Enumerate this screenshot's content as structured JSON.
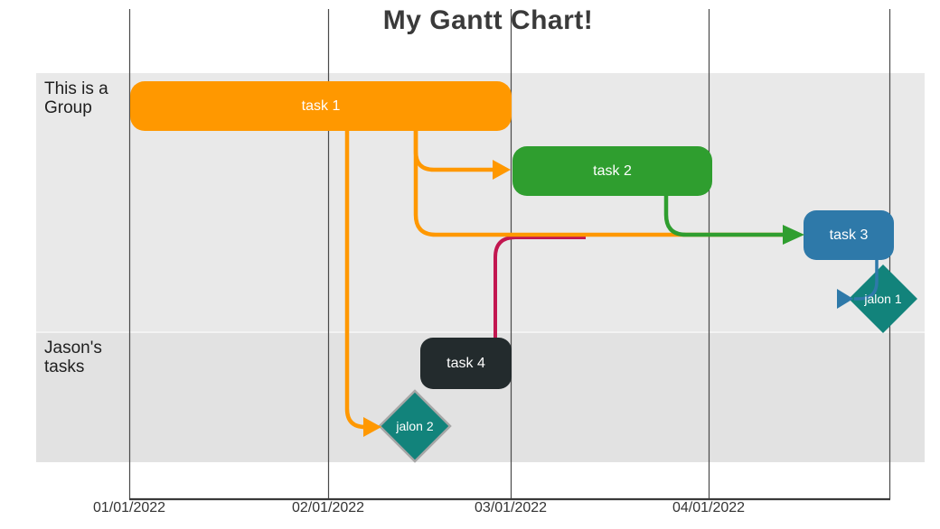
{
  "title": "My Gantt Chart!",
  "colors": {
    "task1_orange": "#FF9800",
    "task2_green": "#2F9E2F",
    "task3_blue": "#2E79A9",
    "task4_dark": "#232B2D",
    "milestone_teal": "#12837B",
    "milestone_border": "#A6A6A6",
    "link_orange": "#FF9800",
    "link_green": "#2F9E2F",
    "link_blue": "#2E79A9",
    "link_crimson": "#C21750",
    "gridline": "#4A4A4A",
    "axis": "#3A3A3A",
    "band_top": "#E9E9E9",
    "band_bottom": "#E2E2E2"
  },
  "chart_data": {
    "type": "bar",
    "subtype": "gantt",
    "title": "My Gantt Chart!",
    "grid": "vertical monthly gridlines, bottom axis line",
    "x_ticks": [
      "01/01/2022",
      "02/01/2022",
      "03/01/2022",
      "04/01/2022"
    ],
    "groups": [
      "This is a Group",
      "Jason's tasks"
    ],
    "tasks": [
      {
        "label": "task 1",
        "group": "This is a Group",
        "start": "01/01/2022",
        "end": "03/01/2022",
        "color": "#FF9800"
      },
      {
        "label": "task 2",
        "group": "This is a Group",
        "start": "03/01/2022",
        "end": "04/01/2022",
        "color": "#2F9E2F"
      },
      {
        "label": "task 3",
        "group": "This is a Group",
        "start": "~04/15/2022",
        "end": "~04/29/2022",
        "color": "#2E79A9"
      },
      {
        "label": "task 4",
        "group": "Jason's tasks",
        "start": "~02/15/2022",
        "end": "03/01/2022",
        "color": "#232B2D"
      }
    ],
    "milestones": [
      {
        "label": "jalon 1",
        "group": "This is a Group",
        "date": "~04/28/2022",
        "color": "#12837B"
      },
      {
        "label": "jalon 2",
        "group": "Jason's tasks",
        "date": "~02/14/2022",
        "color": "#12837B"
      }
    ],
    "dependencies": [
      {
        "from": "task 1",
        "to": "task 2",
        "color": "#FF9800"
      },
      {
        "from": "task 1",
        "to": "jalon 2",
        "color": "#FF9800"
      },
      {
        "from": "task 1",
        "to": "task 3",
        "color": "#FF9800"
      },
      {
        "from": "task 1",
        "to": "task 4",
        "color": "#C21750"
      },
      {
        "from": "task 2",
        "to": "task 3",
        "color": "#2F9E2F"
      },
      {
        "from": "task 3",
        "to": "jalon 1",
        "color": "#2E79A9"
      }
    ]
  }
}
